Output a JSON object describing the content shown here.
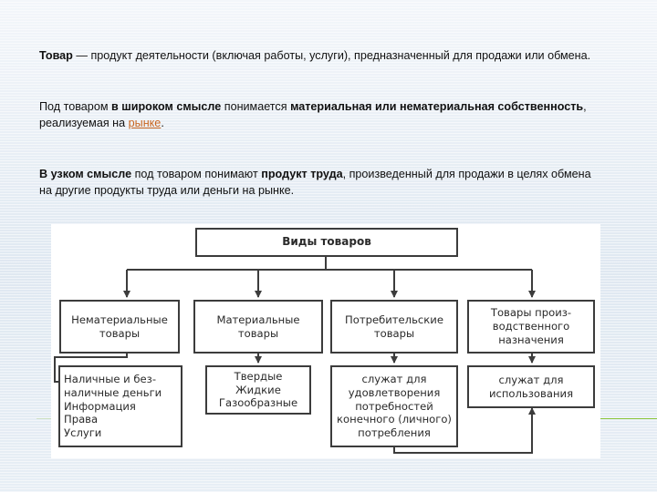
{
  "paragraphs": {
    "p1": {
      "b1": "Товар",
      "t1": " — продукт деятельности (включая работы, услуги), предназначенный для продажи или обмена."
    },
    "p2": {
      "t1": "Под товаром ",
      "b1": "в широком смысле",
      "t2": " понимается ",
      "b2": "материальная или нематериальная собственность",
      "t3": ", реализуемая на ",
      "link": "рынке",
      "t4": "."
    },
    "p3": {
      "b1": "В узком смысле",
      "t1": " под товаром понимают ",
      "b2": "продукт труда",
      "t2": ", произведенный для продажи в целях обмена на другие продукты труда или деньги на рынке."
    }
  },
  "diagram": {
    "root": "Виды товаров",
    "categories": [
      {
        "lines": [
          "Нематериальные",
          "товары"
        ],
        "examples": [
          "Наличные и без-",
          "наличные деньги",
          "Информация",
          "Права",
          "Услуги"
        ]
      },
      {
        "lines": [
          "Материальные",
          "товары"
        ],
        "examples": [
          "Твердые",
          "Жидкие",
          "Газообразные"
        ]
      },
      {
        "lines": [
          "Потребительские",
          "товары"
        ],
        "examples": [
          "служат для",
          "удовлетворения",
          "потребностей",
          "конечного (личного)",
          "потребления"
        ]
      },
      {
        "lines": [
          "Товары произ-",
          "водственного",
          "назначения"
        ],
        "examples": [
          "служат для",
          "использования"
        ]
      }
    ]
  },
  "colors": {
    "link": "#c8641e",
    "accent_line": "#8cc63f",
    "diagram_stroke": "#3c3c3c"
  }
}
